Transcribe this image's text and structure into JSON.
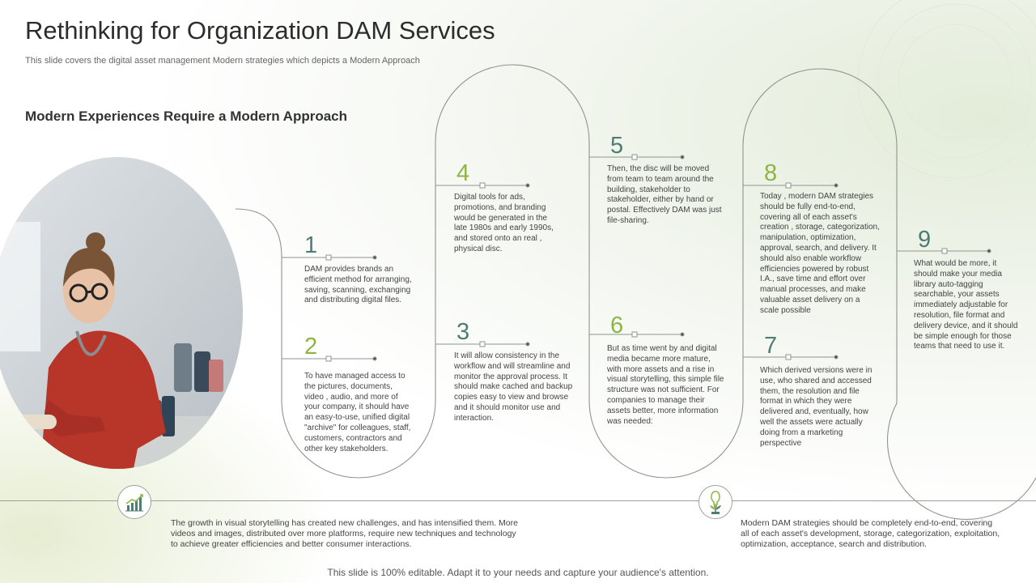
{
  "header": {
    "title": "Rethinking for Organization DAM Services",
    "subtitle": "This slide covers the digital asset management Modern strategies which depicts a Modern Approach",
    "section_heading": "Modern Experiences Require a Modern Approach"
  },
  "steps": [
    {
      "number": "1",
      "text": "DAM provides brands an\nefficient method for arranging,\nsaving, scanning, exchanging\nand distributing digital files."
    },
    {
      "number": "2",
      "text": "To have managed access to\nthe pictures, documents,\nvideo , audio, and more of\nyour company, it should have\nan easy-to-use, unified digital\n\"archive\" for colleagues, staff,\ncustomers, contractors and\nother key stakeholders."
    },
    {
      "number": "3",
      "text": "It will allow consistency in the\nworkflow and will streamline and\nmonitor the approval process. It\nshould make cached and backup\ncopies easy to view and browse\nand it should monitor use and\ninteraction."
    },
    {
      "number": "4",
      "text": "Digital tools for ads,\npromotions, and branding\nwould be generated in the\nlate 1980s and early 1990s,\nand stored onto an real ,\nphysical disc."
    },
    {
      "number": "5",
      "text": "Then, the disc will be moved\nfrom team to team around the\nbuilding, stakeholder to\nstakeholder, either by hand or\npostal. Effectively DAM was just\nfile-sharing."
    },
    {
      "number": "6",
      "text": "But as time  went by and digital\nmedia became more mature,\nwith more assets and a rise in\nvisual storytelling, this simple file\nstructure was not sufficient. For\ncompanies to manage their\nassets better, more information\nwas needed:"
    },
    {
      "number": "7",
      "text": "Which derived versions were in\nuse, who shared and accessed\nthem, the resolution and file\nformat in  which they were\ndelivered and, eventually, how\nwell the assets were actually\ndoing from a marketing\nperspective"
    },
    {
      "number": "8",
      "text": "Today , modern DAM strategies\nshould be fully end-to-end,\ncovering all of each asset's\ncreation , storage, categorization,\nmanipulation,  optimization,\napproval, search, and delivery. It\nshould also enable workflow\nefficiencies powered by robust\nI.A., save time and effort over\nmanual processes, and make\nvaluable asset delivery on a\nscale possible"
    },
    {
      "number": "9",
      "text": "What would be more, it\nshould make your media\nlibrary auto-tagging\nsearchable, your assets\nimmediately  adjustable for\nresolution, file format and\ndelivery device, and it should\nbe simple enough for those\nteams that need to use it."
    }
  ],
  "bottom": {
    "left_text": "The growth in visual storytelling has created new challenges, and has intensified them. More\nvideos and images, distributed over more platforms, require new techniques and technology\nto achieve greater efficiencies and better consumer interactions.",
    "right_text": "Modern DAM strategies should be completely end-to-end, covering\nall of each asset's development, storage, categorization, exploitation,\noptimization,  acceptance, search and distribution.",
    "left_icon": "bar-chart-growth-icon",
    "right_icon": "plant-bulb-icon"
  },
  "footer": "This slide is 100% editable. Adapt it to your needs and capture your audience's attention.",
  "colors": {
    "accent_green": "#8db543",
    "accent_teal": "#4f7d73",
    "line_gray": "#8e958e"
  }
}
